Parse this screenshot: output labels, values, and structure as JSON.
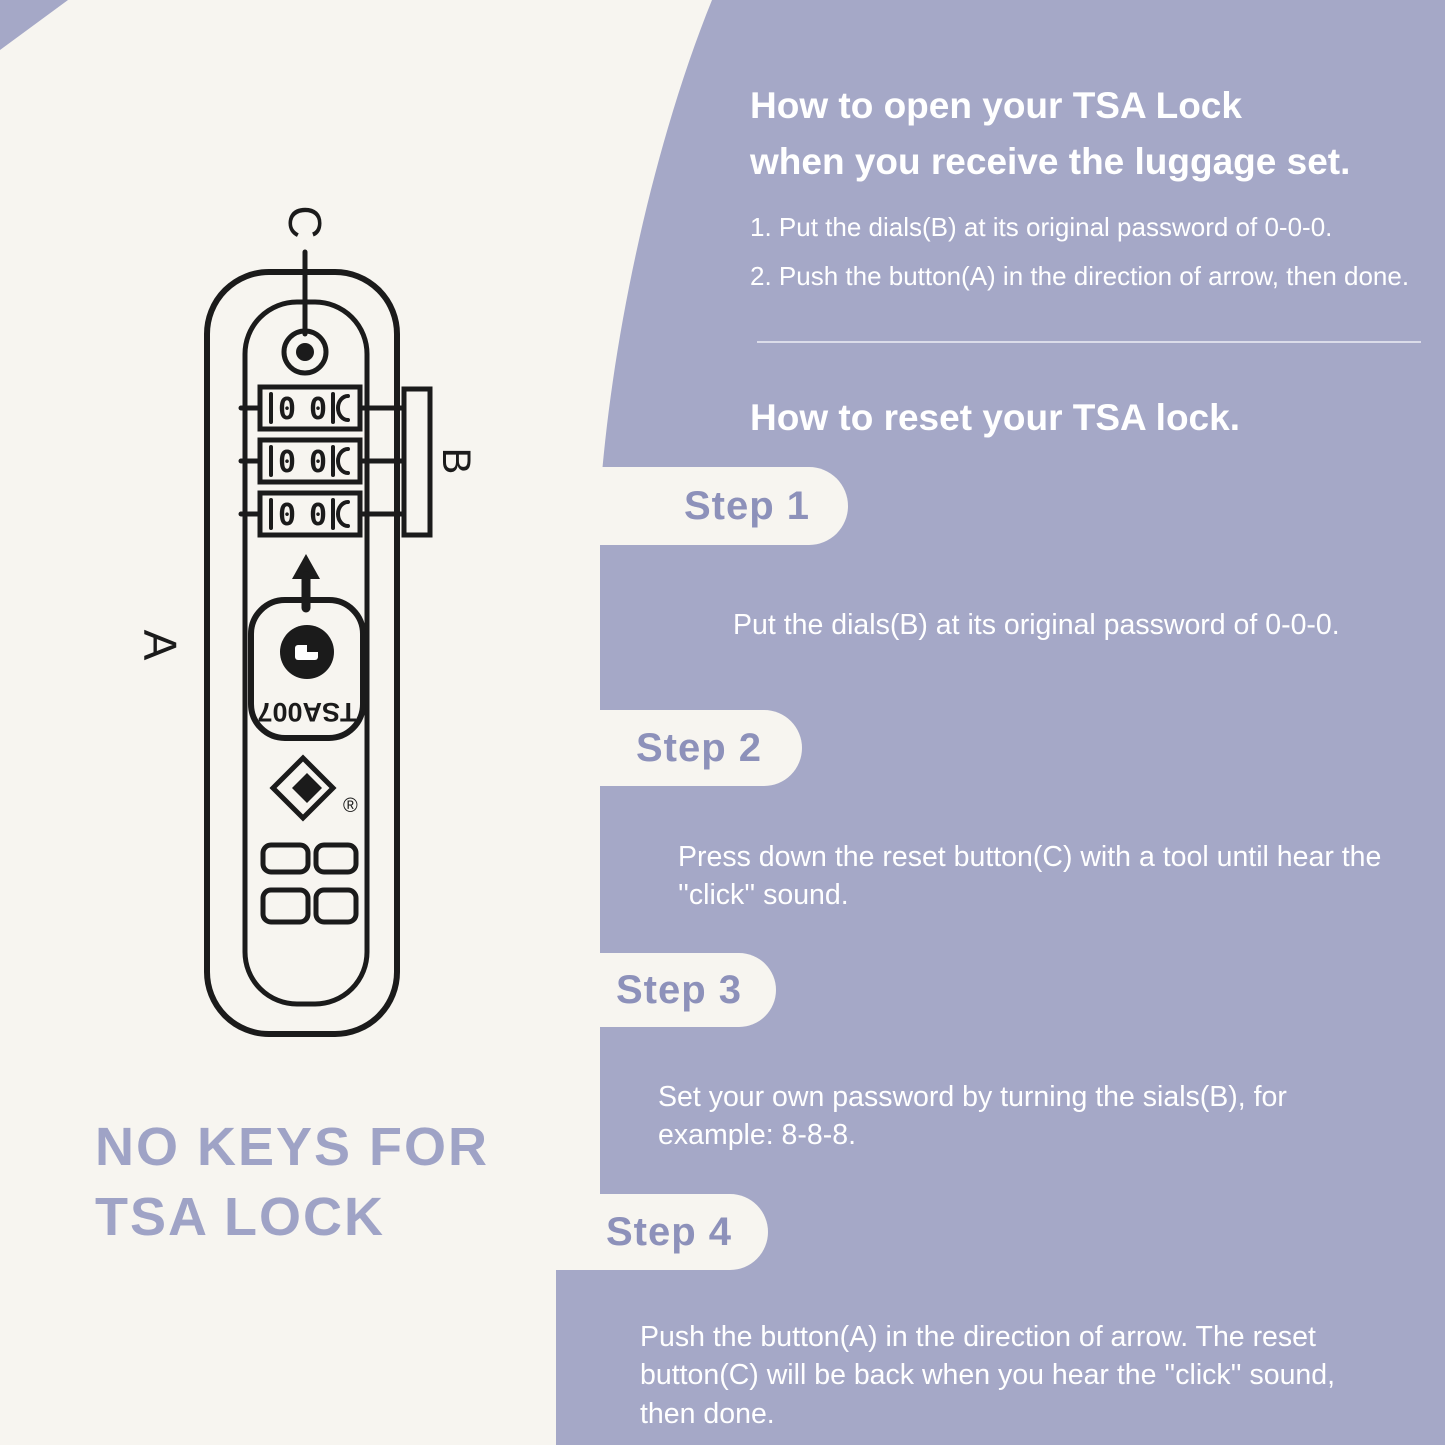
{
  "colors": {
    "background_left": "#f7f5f0",
    "background_purple": "#a5a8c7",
    "text_white": "#ffffff",
    "step_label": "#8d91ba",
    "no_keys_text": "#9fa3c6",
    "diagram_line": "#1b1b1b"
  },
  "diagram": {
    "labels": {
      "a": "A",
      "b": "B",
      "c": "C"
    },
    "brand_text": "TSA007",
    "registered_mark": "®",
    "dial_digit": "0"
  },
  "caption": {
    "line1": "NO KEYS FOR",
    "line2": "TSA LOCK"
  },
  "open_section": {
    "heading_line1": "How to open your TSA Lock",
    "heading_line2": "when you receive the luggage set.",
    "items": [
      "1. Put the dials(B) at its original password of 0-0-0.",
      "2. Push the button(A) in the direction of arrow, then done."
    ]
  },
  "reset_section": {
    "heading": "How to reset your TSA lock.",
    "steps": [
      {
        "label": "Step 1",
        "text": "Put the dials(B) at its original password of 0-0-0."
      },
      {
        "label": "Step 2",
        "text": "Press down the reset button(C) with a tool until hear the ''click'' sound."
      },
      {
        "label": "Step 3",
        "text": "Set your own password by turning the sials(B), for example: 8-8-8."
      },
      {
        "label": "Step 4",
        "text": "Push the button(A) in the direction of arrow. The reset button(C) will be back when you hear the ''click'' sound, then done."
      }
    ]
  }
}
